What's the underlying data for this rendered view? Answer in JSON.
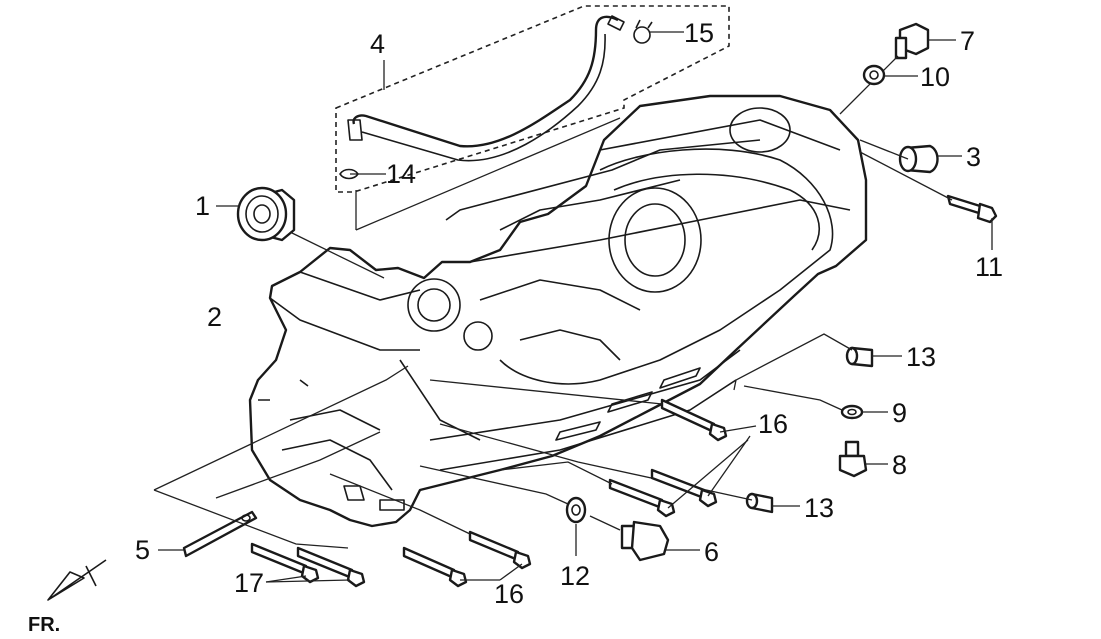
{
  "callouts": {
    "p1": "1",
    "p2": "2",
    "p3": "3",
    "p4": "4",
    "p5": "5",
    "p6": "6",
    "p7": "7",
    "p8": "8",
    "p9": "9",
    "p10": "10",
    "p11": "11",
    "p12": "12",
    "p13a": "13",
    "p13b": "13",
    "p14": "14",
    "p15": "15",
    "p16a": "16",
    "p16b": "16",
    "p17": "17"
  },
  "front_marker": "FR."
}
